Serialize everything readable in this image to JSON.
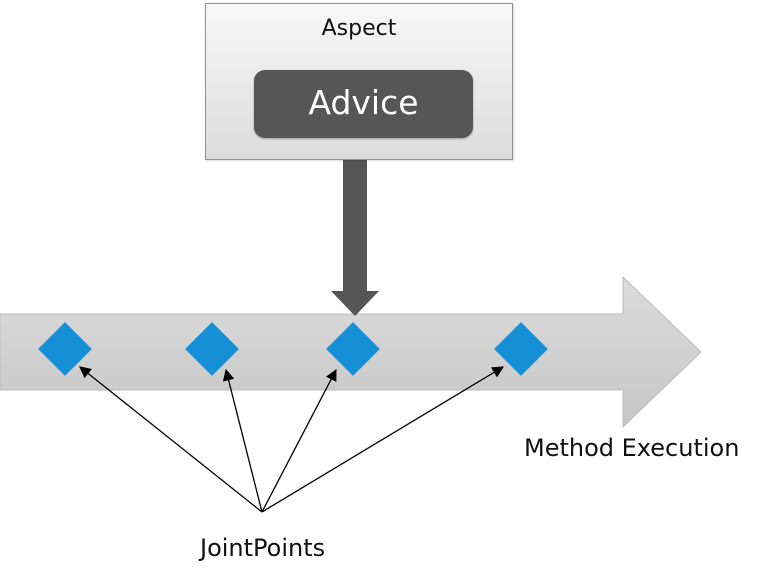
{
  "aspect": {
    "title": "Aspect",
    "advice_label": "Advice"
  },
  "execution": {
    "label": "Method Execution"
  },
  "joinpoints": {
    "label": "JointPoints",
    "count": 4
  },
  "colors": {
    "joinpoint_fill": "#1590d6",
    "advice_fill": "#565656",
    "flow_arrow": "#d3d3d3",
    "advice_arrow": "#555555"
  }
}
